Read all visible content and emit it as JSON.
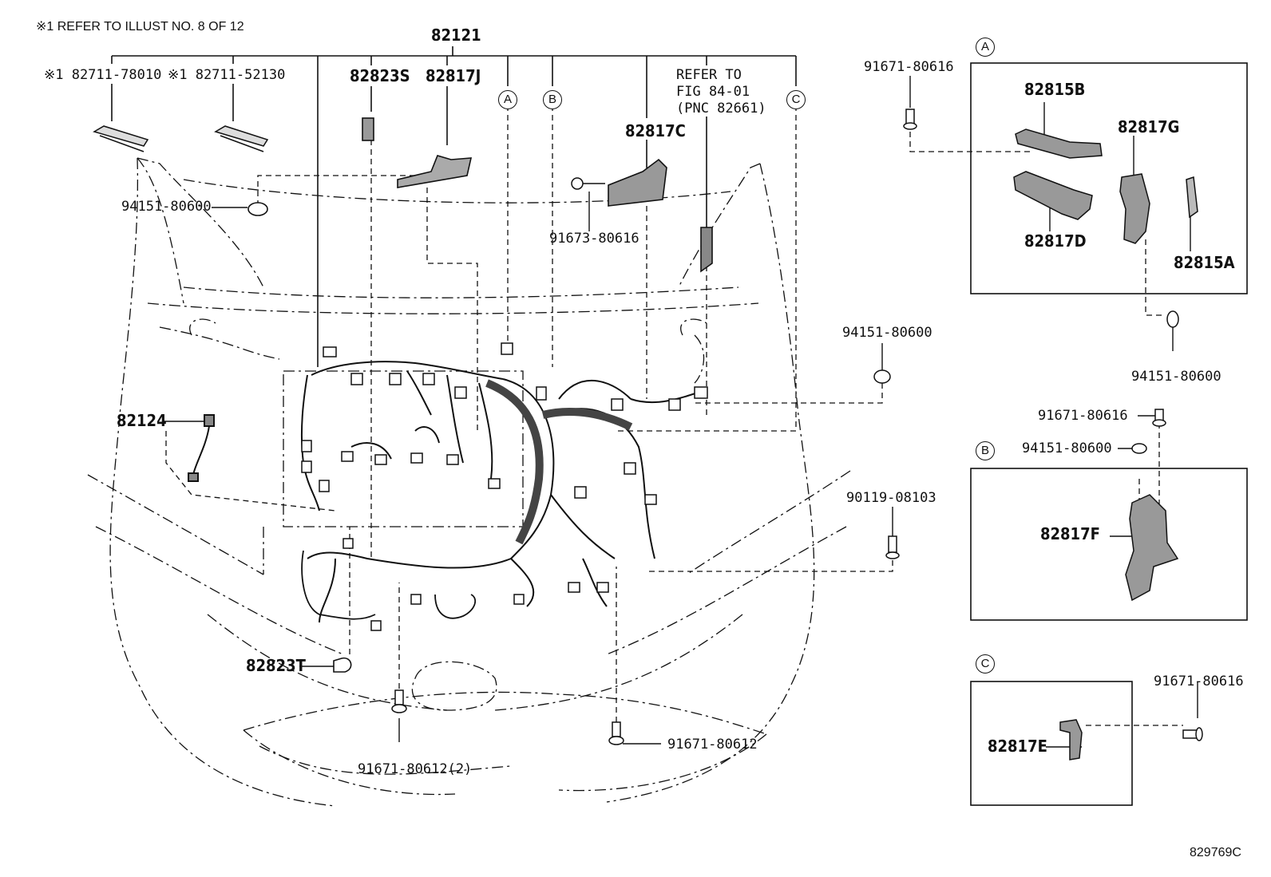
{
  "header_note": "※1 REFER TO ILLUST NO. 8 OF 12",
  "figure_code": "829769C",
  "main_harness": "82121",
  "refer_note": [
    "REFER TO",
    "FIG 84-01",
    "(PNC 82661)"
  ],
  "callouts": {
    "p82711_78010": "※1 82711-78010",
    "p82711_52130": "※1 82711-52130",
    "p82823S": "82823S",
    "p82817J": "82817J",
    "p82817C": "82817C",
    "p94151_left": "94151-80600",
    "p91673": "91673-80616",
    "p82124": "82124",
    "p82823T": "82823T",
    "p91671_80612_2": "91671-80612(2)",
    "p91671_80612": "91671-80612",
    "p91671_top": "91671-80616",
    "p94151_mid": "94151-80600",
    "p90119": "90119-08103"
  },
  "detail_a": {
    "letter": "A",
    "parts": {
      "p82815B": "82815B",
      "p82817G": "82817G",
      "p82817D": "82817D",
      "p82815A": "82815A"
    },
    "clip": "94151-80600"
  },
  "detail_b": {
    "letter": "B",
    "bolt": "91671-80616",
    "clip": "94151-80600",
    "part": "82817F"
  },
  "detail_c": {
    "letter": "C",
    "bolt": "91671-80616",
    "part": "82817E"
  }
}
